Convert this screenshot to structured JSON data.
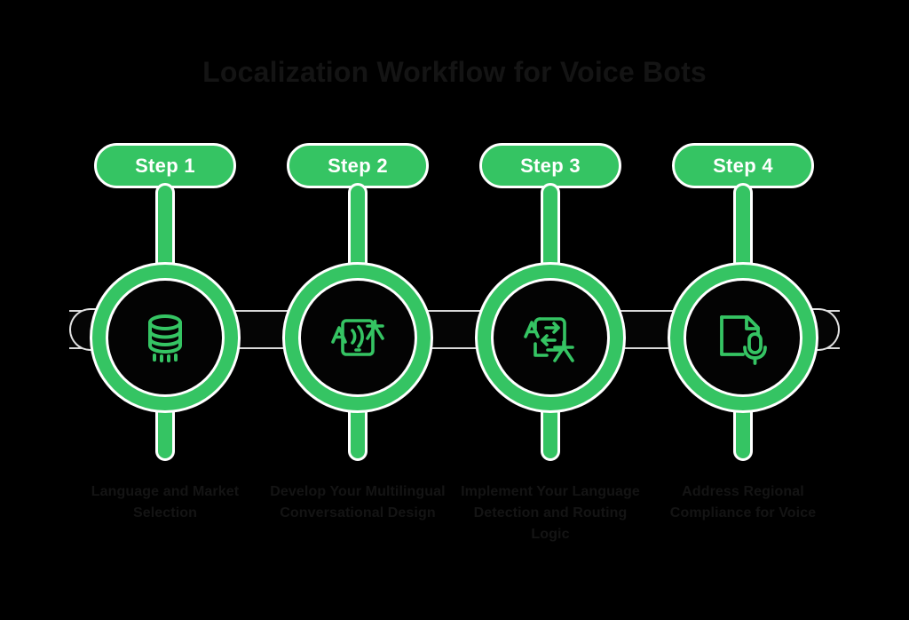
{
  "header": {
    "title": "Localization Workflow for Voice Bots"
  },
  "theme": {
    "background": "#000000",
    "accent_green": "#35c463",
    "outline_white": "#ffffff",
    "title_color": "#141414",
    "caption_color": "#141414",
    "pill_text_color": "#ffffff"
  },
  "steps": [
    {
      "pill_label": "Step 1",
      "icon": "database-icon",
      "caption": "Language and Market Selection"
    },
    {
      "pill_label": "Step 2",
      "icon": "phone-multilingual-voice-icon",
      "caption": "Develop Your Multilingual Conversational Design"
    },
    {
      "pill_label": "Step 3",
      "icon": "translate-routing-icon",
      "caption": "Implement Your Language Detection and Routing Logic"
    },
    {
      "pill_label": "Step 4",
      "icon": "document-microphone-icon",
      "caption": "Address Regional Compliance for Voice"
    }
  ]
}
